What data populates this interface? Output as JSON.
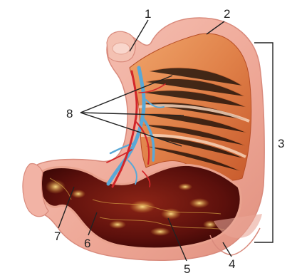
{
  "labels": {
    "l1": "1",
    "l2": "2",
    "l3": "3",
    "l4": "4",
    "l5": "5",
    "l6": "6",
    "l7": "7",
    "l8": "8"
  },
  "colors": {
    "serosa": "#f2b3a5",
    "serosa_edge": "#d98a7c",
    "muscle_outer": "#e8925f",
    "muscle_mid": "#d9733f",
    "muscle_inner": "#c9572f",
    "mucosa": "#6e1410",
    "mucosa_light": "#d9a23c",
    "artery": "#d3262a",
    "vein": "#5aa8d6"
  }
}
